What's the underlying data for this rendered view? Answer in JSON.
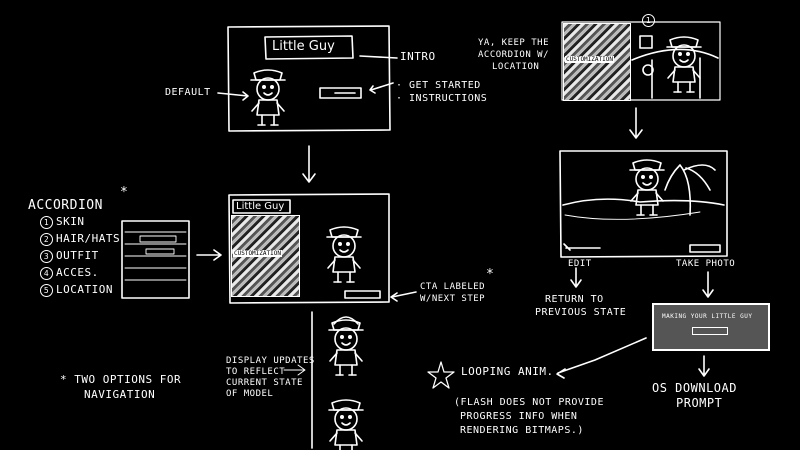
{
  "intro_frame": {
    "logo": "Little Guy",
    "label_intro": "INTRO",
    "label_get_started": "· GET STARTED",
    "label_instructions": "· INSTRUCTIONS",
    "label_default": "DEFAULT"
  },
  "top_right": {
    "note_line1": "YA, KEEP THE",
    "note_line2": "ACCORDION W/",
    "note_line3": "LOCATION",
    "swatch_label": "CUSTOMIZATION",
    "step_badge": "1"
  },
  "accordion": {
    "title": "ACCORDION",
    "star": "*",
    "items": [
      {
        "num": "1",
        "label": "SKIN"
      },
      {
        "num": "2",
        "label": "HAIR/HATS"
      },
      {
        "num": "3",
        "label": "OUTFIT"
      },
      {
        "num": "4",
        "label": "ACCES."
      },
      {
        "num": "5",
        "label": "LOCATION"
      }
    ]
  },
  "customize_frame": {
    "logo": "Little Guy",
    "swatch_label": "CUSTOMIZATION",
    "cta_line1": "CTA LABELED",
    "cta_line2": "W/NEXT STEP",
    "star": "*"
  },
  "photo_frame": {
    "edit_label": "EDIT",
    "take_photo_label": "TAKE PHOTO",
    "return_line1": "RETURN TO",
    "return_line2": "PREVIOUS STATE"
  },
  "download": {
    "box_label": "MAKING YOUR LITTLE GUY",
    "prompt_line1": "OS DOWNLOAD",
    "prompt_line2": "PROMPT"
  },
  "notes": {
    "display_line1": "DISPLAY UPDATES",
    "display_line2": "TO REFLECT",
    "display_line3": "CURRENT STATE",
    "display_line4": "OF MODEL",
    "nav_line1": "* TWO OPTIONS FOR",
    "nav_line2": "NAVIGATION",
    "looping": "LOOPING ANIM.",
    "flash_line1": "(FLASH DOES NOT PROVIDE",
    "flash_line2": "PROGRESS INFO WHEN",
    "flash_line3": "RENDERING BITMAPS.)"
  }
}
